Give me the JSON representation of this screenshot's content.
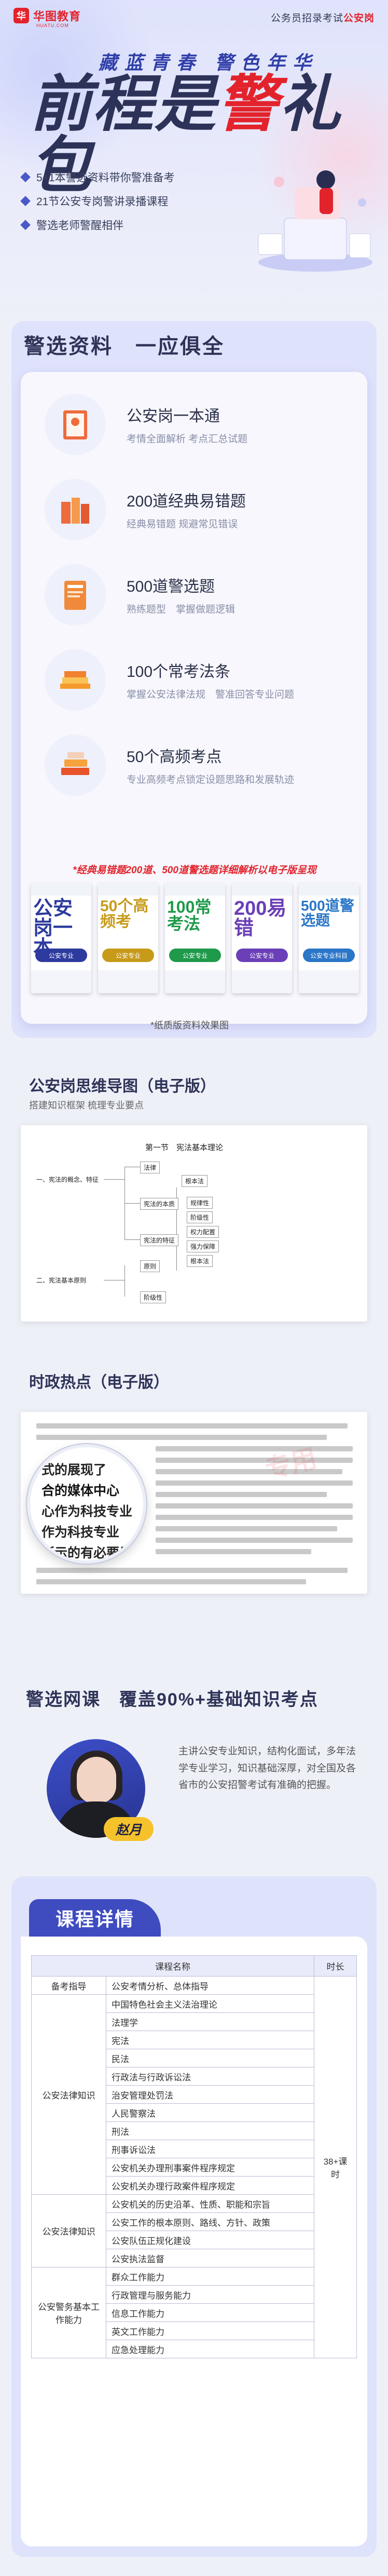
{
  "hero": {
    "logo_mark": "华",
    "logo_text": "华图教育",
    "logo_sub": "HUATU.COM",
    "top_right_prefix": "公务员招录考试",
    "top_right_accent": "公安岗",
    "slogan_small": "藏蓝青春 警色年华",
    "slogan_big_left": "前程是",
    "slogan_big_accent": "警",
    "slogan_big_right": "礼包",
    "points": [
      "5+1本警选资料带你警准备考",
      "21节公安专岗警讲录播课程",
      "警选老师警醒相伴"
    ]
  },
  "materials": {
    "title": "警选资料　一应俱全",
    "items": [
      {
        "title": "公安岗一本通",
        "desc": "考情全面解析 考点汇总试题",
        "icon": "book-icon"
      },
      {
        "title": "200道经典易错题",
        "desc": "经典易错题 规避常见错误",
        "icon": "books-icon"
      },
      {
        "title": "500道警选题",
        "desc": "熟练题型　掌握做题逻辑",
        "icon": "notebook-icon"
      },
      {
        "title": "100个常考法条",
        "desc": "掌握公安法律法规　警准回答专业问题",
        "icon": "law-books-icon"
      },
      {
        "title": "50个高频考点",
        "desc": "专业高频考点锁定设题思路和发展轨迹",
        "icon": "stack-books-icon"
      }
    ],
    "note": "*经典易错题200道、500道警选题详细解析以电子版呈现",
    "books": [
      {
        "big": "公安岗一本",
        "band": "公安专业",
        "color": "#2d3a9e"
      },
      {
        "big": "50个高频考",
        "band": "公安专业",
        "color": "#c79a1a"
      },
      {
        "big": "100常考法",
        "band": "公安专业",
        "color": "#1f9a4b"
      },
      {
        "big": "200易错",
        "band": "公安专业",
        "color": "#6a3fb8"
      },
      {
        "big": "500道警选题",
        "band": "公安专业科目",
        "color": "#2a76c8"
      }
    ],
    "caption": "*纸质版资料效果图"
  },
  "mindmap": {
    "title": "公安岗思维导图（电子版）",
    "subtitle": "搭建知识框架 梳理专业要点",
    "chapter": "第一节　宪法基本理论",
    "section1": "一、宪法的概念、特征",
    "section2": "二、宪法基本原则",
    "nodes": [
      "法律",
      "根本法",
      "宪法的本质",
      "宪法的特征",
      "规律性",
      "阶级性",
      "权力配置",
      "强力保障",
      "根本法",
      "原则",
      "阶级性"
    ]
  },
  "news": {
    "title": "时政热点（电子版）",
    "magnifier_lines": [
      "式的展现了",
      "合的媒体中心",
      "心作为科技专业",
      "作为科技专业",
      "所示的有必要是"
    ],
    "stamp": "专用"
  },
  "teacher": {
    "section_title": "警选网课　覆盖90%+基础知识考点",
    "name": "赵月",
    "desc": "主讲公安专业知识，结构化面试，多年法学专业学习，知识基础深厚，对全国及各省市的公安招警考试有准确的把握。"
  },
  "course": {
    "tab": "课程详情",
    "head_name": "课程名称",
    "head_hours": "时长",
    "rows": [
      {
        "module": "备考指导",
        "item": "公安考情分析、总体指导"
      },
      {
        "module": "公安法律知识",
        "item": "中国特色社会主义法治理论"
      },
      {
        "module": "",
        "item": "法理学"
      },
      {
        "module": "",
        "item": "宪法"
      },
      {
        "module": "",
        "item": "民法"
      },
      {
        "module": "",
        "item": "行政法与行政诉讼法"
      },
      {
        "module": "",
        "item": "治安管理处罚法"
      },
      {
        "module": "",
        "item": "人民警察法"
      },
      {
        "module": "",
        "item": "刑法"
      },
      {
        "module": "",
        "item": "刑事诉讼法"
      },
      {
        "module": "",
        "item": "公安机关办理刑事案件程序规定"
      },
      {
        "module": "",
        "item": "公安机关办理行政案件程序规定"
      },
      {
        "module": "公安法律知识",
        "item": "公安机关的历史沿革、性质、职能和宗旨"
      },
      {
        "module": "",
        "item": "公安工作的根本原则、路线、方针、政策"
      },
      {
        "module": "",
        "item": "公安队伍正规化建设"
      },
      {
        "module": "",
        "item": "公安执法监督"
      },
      {
        "module": "公安警务基本工作能力",
        "item": "群众工作能力"
      },
      {
        "module": "",
        "item": "行政管理与服务能力"
      },
      {
        "module": "",
        "item": "信息工作能力"
      },
      {
        "module": "",
        "item": "英文工作能力"
      },
      {
        "module": "",
        "item": "应急处理能力"
      }
    ],
    "hours": "38+课时"
  },
  "colors": {
    "brand_red": "#e3232c",
    "brand_blue": "#3e4cc0",
    "navy_text": "#2e3357",
    "panel_bg": "#dfe2fb"
  }
}
